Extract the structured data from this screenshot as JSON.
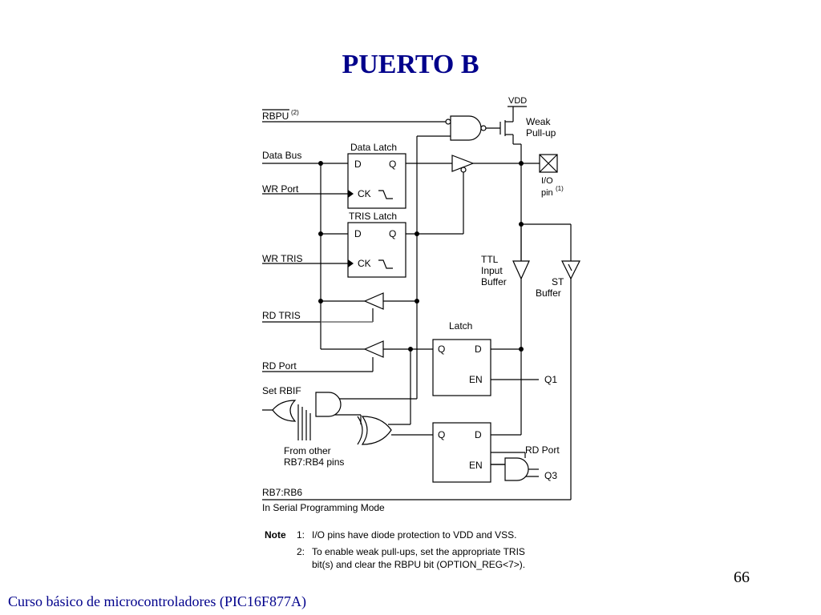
{
  "slide": {
    "title": "PUERTO B",
    "page_number": "66",
    "footer": "Curso básico de microcontroladores (PIC16F877A)"
  },
  "diagram": {
    "signals": {
      "rbpu": "RBPU",
      "rbpu_sup": "(2)",
      "data_bus": "Data Bus",
      "wr_port": "WR Port",
      "wr_tris": "WR TRIS",
      "rd_tris": "RD TRIS",
      "rd_port": "RD Port",
      "set_rbif": "Set RBIF",
      "from_other_1": "From other",
      "from_other_2": "RB7:RB4 pins",
      "rb7_rb6": "RB7:RB6",
      "serial_mode": "In Serial Programming Mode"
    },
    "blocks": {
      "data_latch": "Data Latch",
      "tris_latch": "TRIS Latch",
      "latch": "Latch",
      "d": "D",
      "q": "Q",
      "ck": "CK",
      "en": "EN"
    },
    "labels": {
      "vdd": "VDD",
      "weak_1": "Weak",
      "weak_2": "Pull-up",
      "io_1": "I/O",
      "io_2": "pin",
      "io_sup": "(1)",
      "ttl_1": "TTL",
      "ttl_2": "Input",
      "ttl_3": "Buffer",
      "st_1": "ST",
      "st_2": "Buffer",
      "q1": "Q1",
      "q3": "Q3",
      "rd_port_right": "RD Port"
    },
    "notes": {
      "note_label": "Note",
      "n1_num": "1:",
      "n1_text": "I/O pins have diode protection to VDD and VSS.",
      "n2_num": "2:",
      "n2_line1": "To enable weak pull-ups, set the appropriate TRIS",
      "n2_line2": "bit(s) and clear the RBPU bit (OPTION_REG<7>)."
    }
  }
}
